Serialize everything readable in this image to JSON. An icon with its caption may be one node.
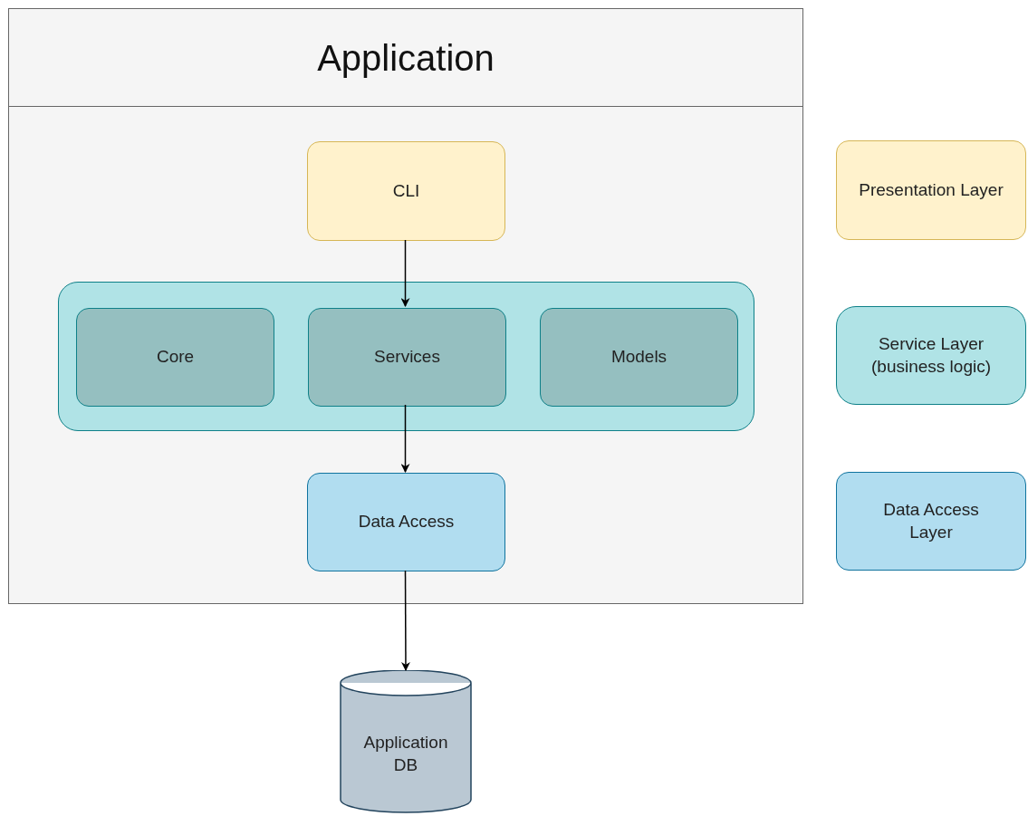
{
  "diagram": {
    "nodes": [
      {
        "text": [
          "Application"
        ]
      },
      {
        "text": [
          "CLI"
        ],
        "in": 0
      },
      {
        "text": [],
        "shape": "box",
        "in": 0
      },
      {
        "text": [
          "Core"
        ],
        "in": 2
      },
      {
        "text": [
          "Services"
        ],
        "in": 2
      },
      {
        "text": [
          "Models"
        ],
        "in": 2
      },
      {
        "text": [
          "Data Access"
        ],
        "in": 0
      },
      {
        "text": [
          "Application DB"
        ]
      },
      {
        "text": [
          "Presentation Layer"
        ]
      },
      {
        "text": [
          "Service Layer (business logic)"
        ]
      },
      {
        "text": [
          "Data Access Layer"
        ]
      }
    ],
    "edges": [
      {
        "from": 1,
        "to": 4,
        "arrow": "to"
      },
      {
        "from": 4,
        "to": 6,
        "arrow": "to"
      },
      {
        "from": 6,
        "to": 7,
        "arrow": "to"
      }
    ]
  }
}
